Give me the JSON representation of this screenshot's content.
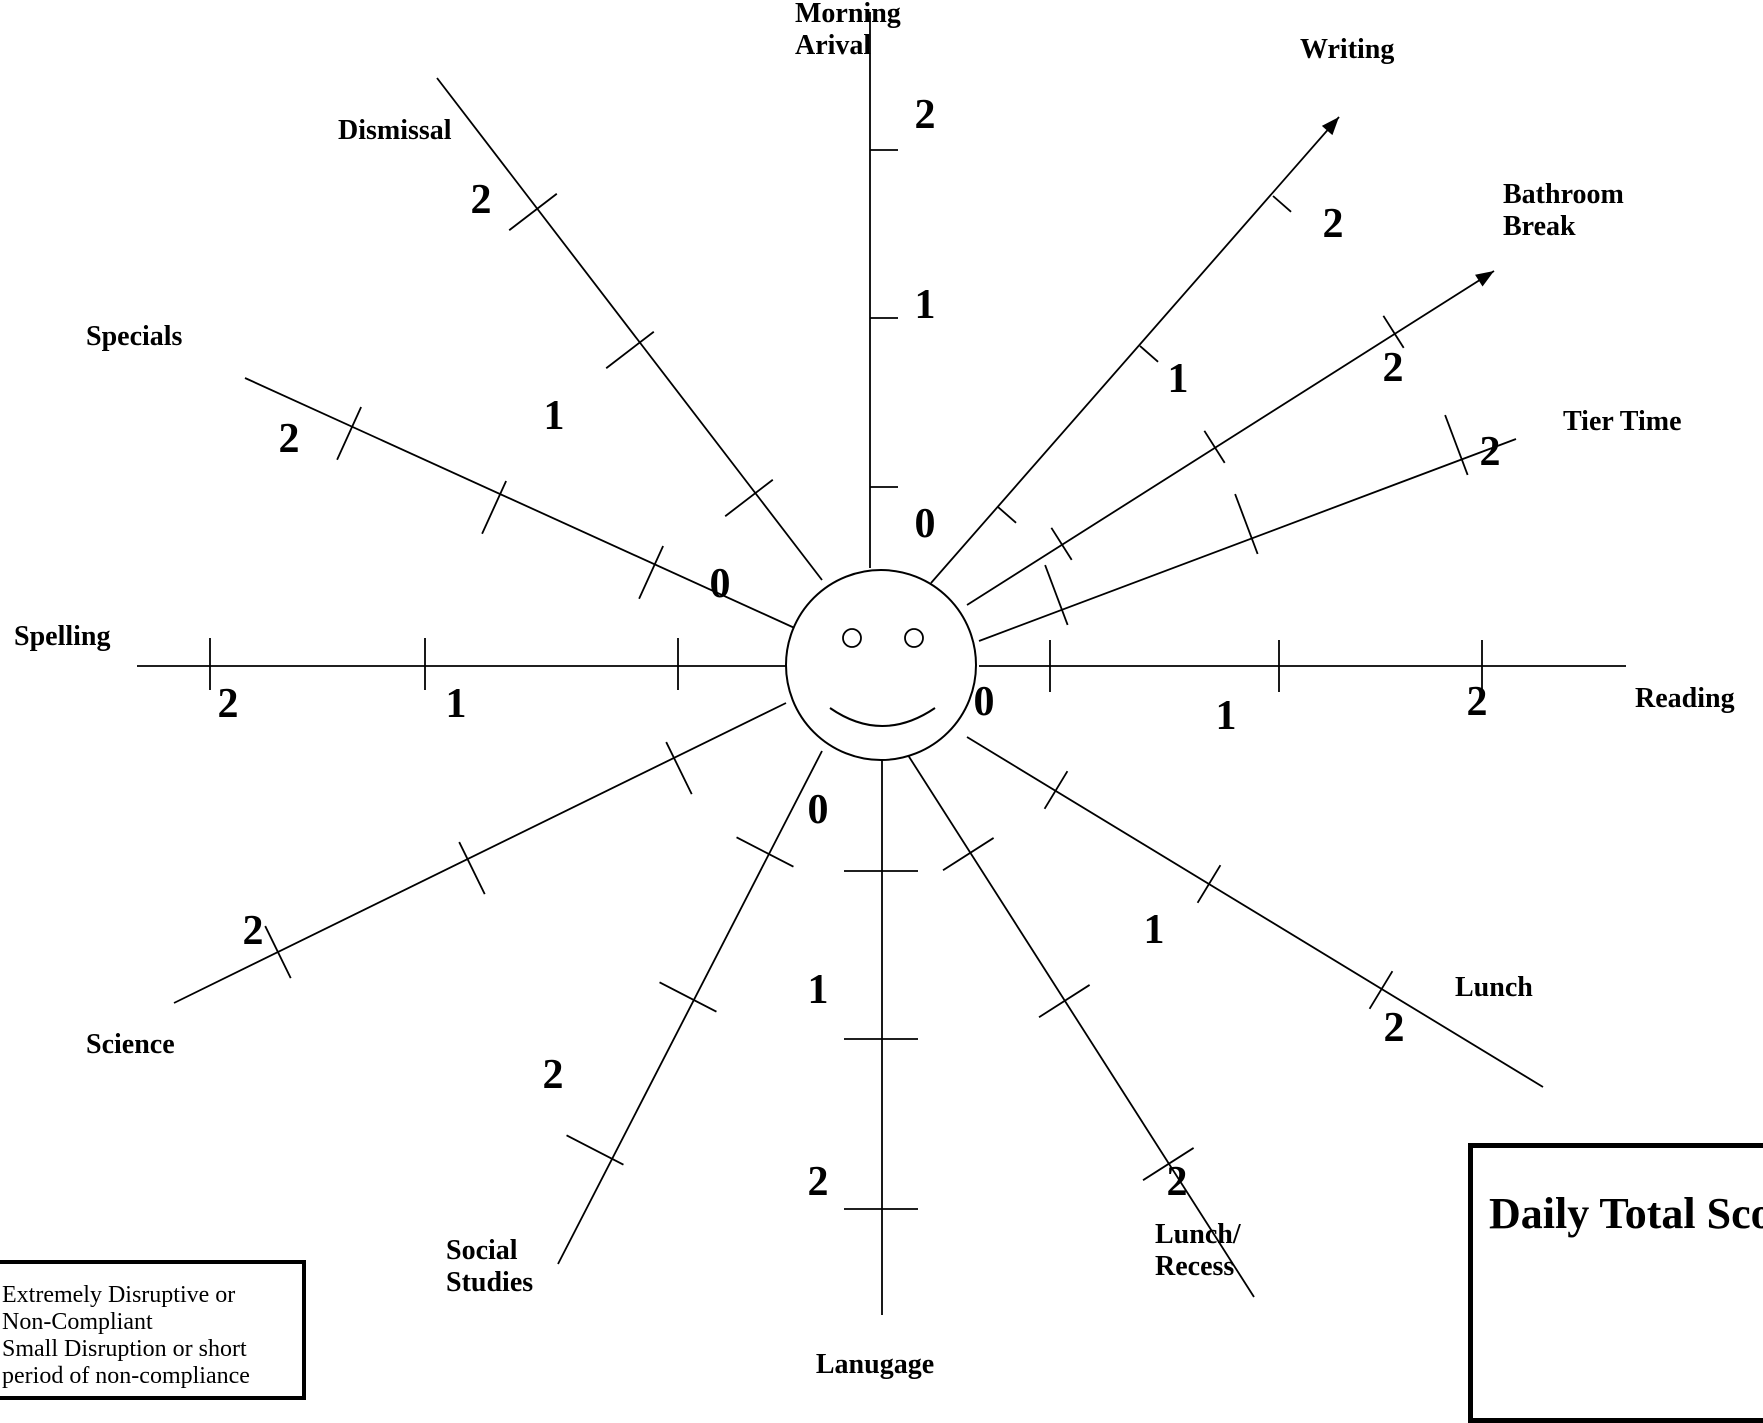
{
  "diagram": {
    "center_icon": "smiley-face-icon",
    "score_levels": [
      "0",
      "1",
      "2"
    ],
    "spokes": [
      {
        "id": "morning-arrival",
        "label_lines": [
          "Morning",
          "Arival"
        ],
        "scores": [
          "0",
          "1",
          "2"
        ]
      },
      {
        "id": "writing",
        "label_lines": [
          "Writing"
        ],
        "scores": [
          "",
          "1",
          "2"
        ]
      },
      {
        "id": "bathroom-break",
        "label_lines": [
          "Bathroom",
          "Break"
        ],
        "scores": [
          "",
          "",
          "2"
        ]
      },
      {
        "id": "tier-time",
        "label_lines": [
          "Tier Time"
        ],
        "scores": [
          "",
          "",
          "2"
        ]
      },
      {
        "id": "reading",
        "label_lines": [
          "Reading"
        ],
        "scores": [
          "0",
          "1",
          "2"
        ]
      },
      {
        "id": "lunch",
        "label_lines": [
          "Lunch"
        ],
        "scores": [
          "",
          "1",
          "2"
        ]
      },
      {
        "id": "lunch-recess",
        "label_lines": [
          "Lunch/",
          "Recess"
        ],
        "scores": [
          "",
          "",
          "2"
        ]
      },
      {
        "id": "language",
        "label_lines": [
          "Lanugage"
        ],
        "scores": [
          "0",
          "1",
          "2"
        ]
      },
      {
        "id": "social-studies",
        "label_lines": [
          "Social",
          "Studies"
        ],
        "scores": [
          "",
          "",
          "2"
        ]
      },
      {
        "id": "science",
        "label_lines": [
          "Science"
        ],
        "scores": [
          "",
          "",
          "2"
        ]
      },
      {
        "id": "spelling",
        "label_lines": [
          "Spelling"
        ],
        "scores": [
          "",
          "1",
          "2"
        ]
      },
      {
        "id": "specials",
        "label_lines": [
          "Specials"
        ],
        "scores": [
          "0",
          "",
          "2"
        ]
      },
      {
        "id": "dismissal",
        "label_lines": [
          "Dismissal"
        ],
        "scores": [
          "",
          "1",
          "2"
        ]
      }
    ]
  },
  "legend": {
    "lines": [
      "Extremely Disruptive or",
      "Non-Compliant",
      "Small Disruption  or short",
      "period of non-compliance"
    ]
  },
  "daily_total": {
    "title": "Daily Total  Score"
  }
}
